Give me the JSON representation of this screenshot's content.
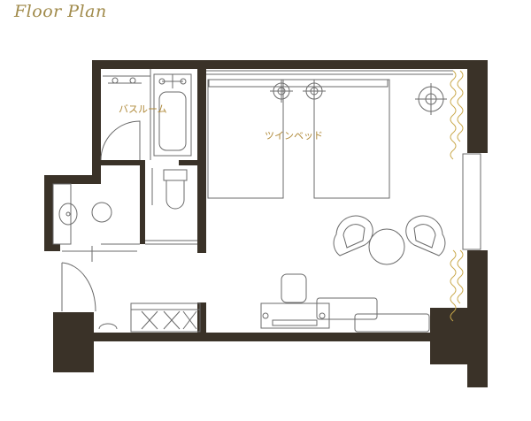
{
  "title": "Floor Plan",
  "rooms": {
    "bathroom": "バスルーム",
    "twin_bed": "ツインベッド"
  },
  "colors": {
    "title": "#a08a4a",
    "wall": "#3a3228",
    "line": "#6b6b6b",
    "label": "#b08a3a",
    "window": "#c9a84a"
  }
}
